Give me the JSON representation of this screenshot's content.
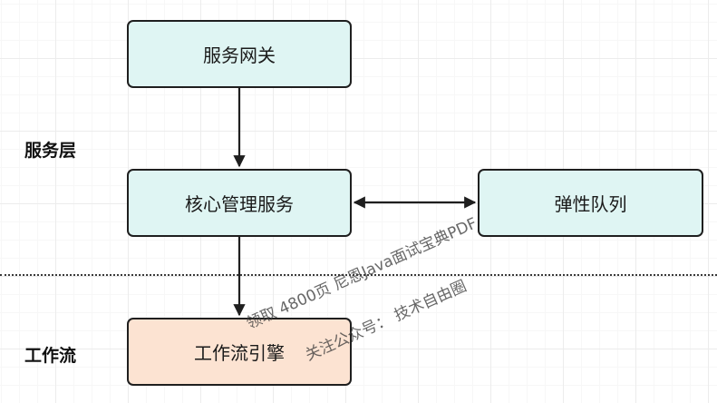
{
  "layers": {
    "service": "服务层",
    "workflow": "工作流"
  },
  "nodes": {
    "gateway": "服务网关",
    "core": "核心管理服务",
    "resilience": "弹性队列",
    "engine": "工作流引擎"
  },
  "watermark": {
    "line1": "领取 4800页 尼恩Java面试宝典PDF",
    "line2": "关注公众号： 技术自由圈"
  },
  "colors": {
    "service_node_fill": "#dff5f3",
    "workflow_node_fill": "#fce3d2",
    "stroke": "#1f1f1f"
  }
}
